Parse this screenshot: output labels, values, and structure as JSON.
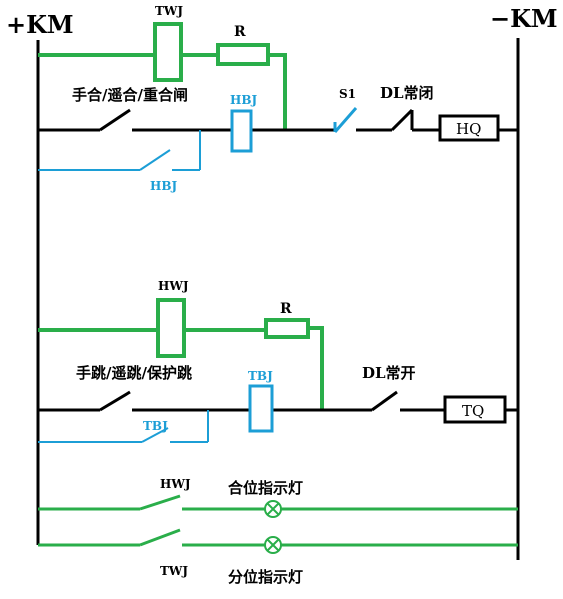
{
  "bus": {
    "positive": "+KM",
    "negative": "−KM"
  },
  "close_circuit": {
    "TWJ": "TWJ",
    "R": "R",
    "manual_label": "手合/遥合/重合闸",
    "HBJ_coil": "HBJ",
    "HBJ_contact": "HBJ",
    "S1": "S1",
    "DL_contact": "DL常闭",
    "HQ": "HQ"
  },
  "trip_circuit": {
    "HWJ": "HWJ",
    "R": "R",
    "manual_label": "手跳/遥跳/保护跳",
    "TBJ_coil": "TBJ",
    "TBJ_contact": "TBJ",
    "DL_contact": "DL常开",
    "TQ": "TQ"
  },
  "indicator": {
    "HWJ": "HWJ",
    "TWJ": "TWJ",
    "close_lamp": "合位指示灯",
    "open_lamp": "分位指示灯"
  },
  "colors": {
    "green": "#2aae4a",
    "blue": "#1c9ed6",
    "black": "#000000"
  }
}
